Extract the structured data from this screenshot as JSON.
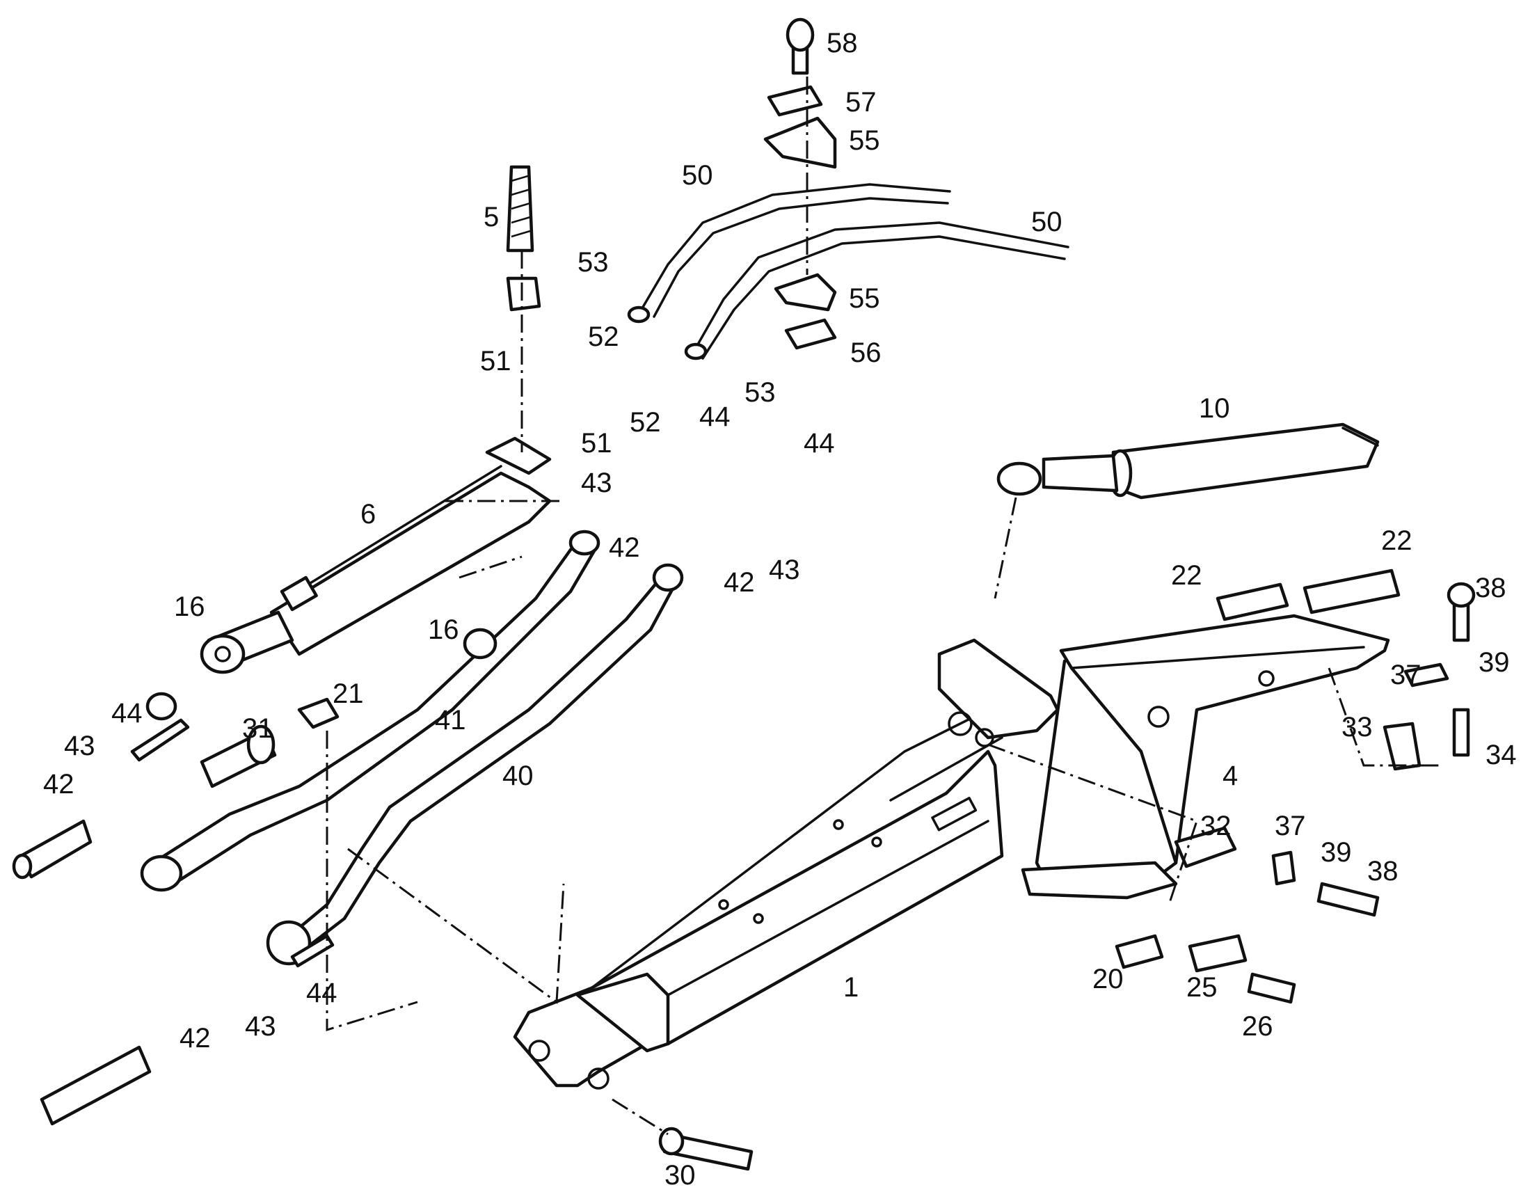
{
  "diagram": {
    "part_labels": [
      "58",
      "57",
      "55",
      "50",
      "50",
      "5",
      "53",
      "55",
      "56",
      "52",
      "51",
      "53",
      "52",
      "51",
      "44",
      "44",
      "10",
      "6",
      "43",
      "42",
      "43",
      "22",
      "22",
      "38",
      "16",
      "16",
      "42",
      "39",
      "37",
      "21",
      "44",
      "31",
      "41",
      "43",
      "33",
      "34",
      "42",
      "4",
      "40",
      "32",
      "37",
      "39",
      "38",
      "20",
      "25",
      "26",
      "1",
      "44",
      "42",
      "43",
      "30"
    ]
  }
}
